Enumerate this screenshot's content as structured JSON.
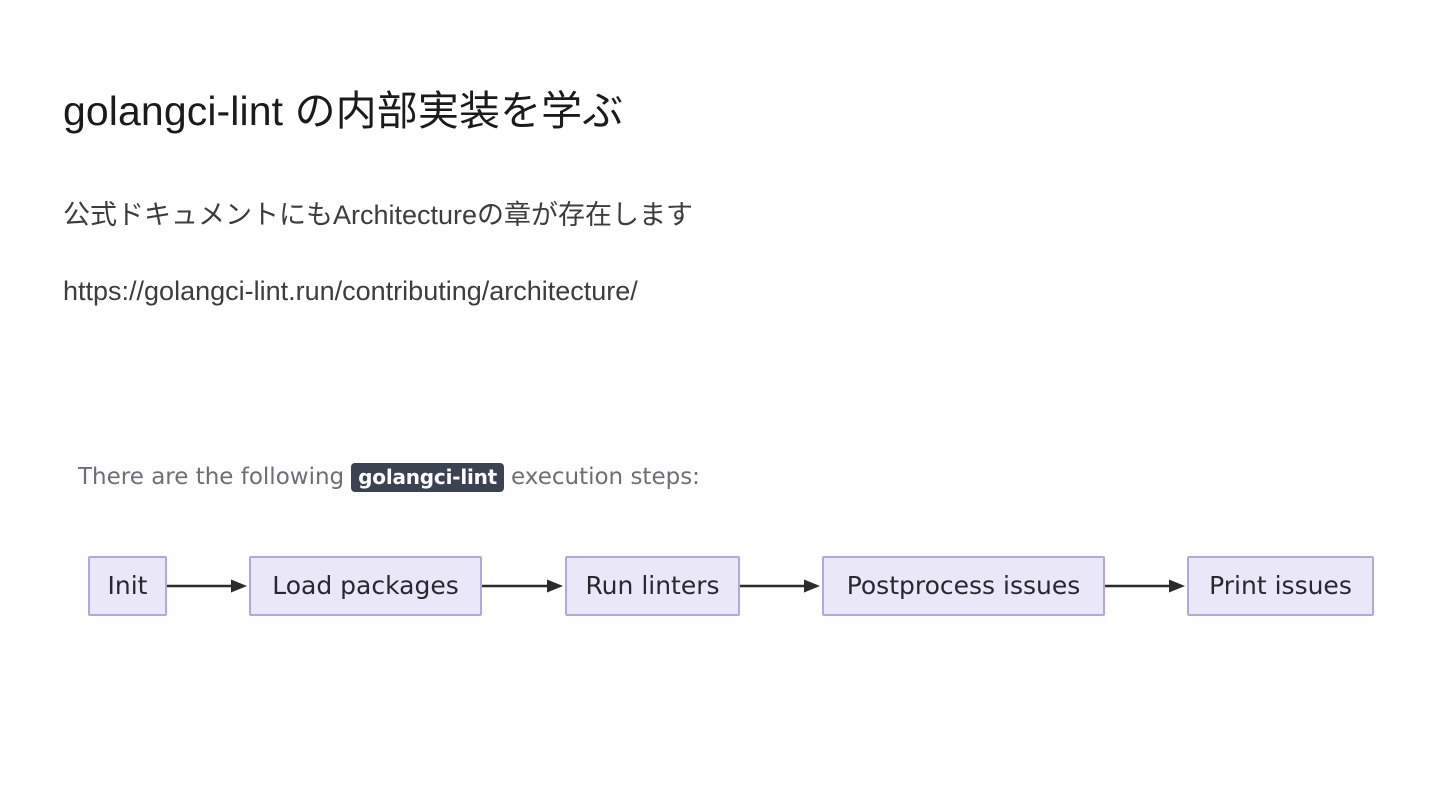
{
  "slide": {
    "title": "golangci-lint の内部実装を学ぶ",
    "body_lines": [
      "公式ドキュメントにもArchitectureの章が存在します",
      "https://golangci-lint.run/contributing/architecture/"
    ],
    "background_color": "#ffffff",
    "title_color": "#1b1b1b",
    "body_color": "#3d3d3d"
  },
  "doc_screenshot": {
    "caption_prefix": "There are the following",
    "caption_code": "golangci-lint",
    "caption_suffix": "execution steps:",
    "caption_color": "#6e6e77",
    "code_badge_bg": "#3b4252",
    "code_badge_color": "#ffffff",
    "diagram": {
      "type": "flowchart",
      "direction": "left-to-right",
      "node_fill": "#eae7f8",
      "node_border": "#b4a7de",
      "node_text_color": "#28282e",
      "arrow_color": "#2b2b2b",
      "nodes": [
        {
          "id": "init",
          "label": "Init"
        },
        {
          "id": "load",
          "label": "Load packages"
        },
        {
          "id": "run",
          "label": "Run linters"
        },
        {
          "id": "postprocess",
          "label": "Postprocess issues"
        },
        {
          "id": "print",
          "label": "Print issues"
        }
      ],
      "edges": [
        {
          "from": "init",
          "to": "load"
        },
        {
          "from": "load",
          "to": "run"
        },
        {
          "from": "run",
          "to": "postprocess"
        },
        {
          "from": "postprocess",
          "to": "print"
        }
      ]
    }
  }
}
